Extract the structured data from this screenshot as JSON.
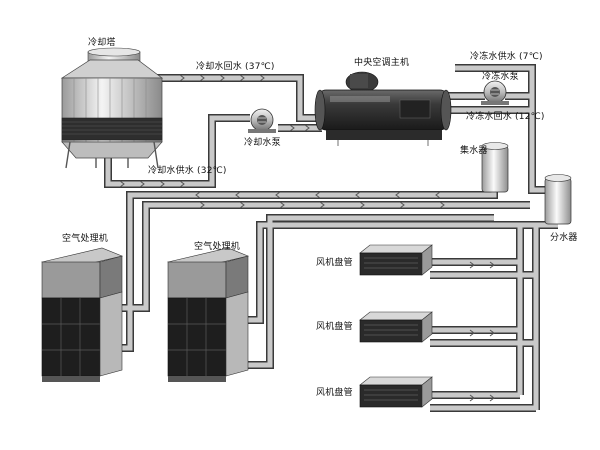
{
  "labels": {
    "cooling_tower": "冷却塔",
    "cooling_return": "冷却水回水 (37℃)",
    "cooling_supply": "冷却水供水 (32℃)",
    "cooling_pump": "冷却水泵",
    "chiller": "中央空调主机",
    "chilled_supply": "冷冻水供水 (7℃)",
    "chilled_pump": "冷冻水泵",
    "chilled_return": "冷冻水回水 (12℃)",
    "collector": "集水器",
    "distributor": "分水器",
    "ahu_1": "空气处理机",
    "ahu_2": "空气处理机",
    "fcu_1": "风机盘管",
    "fcu_2": "风机盘管",
    "fcu_3": "风机盘管"
  },
  "colors": {
    "pipe_outline": "#3a3a3a",
    "pipe_fill": "#bdbdbd",
    "metal_light": "#d9d9d9",
    "metal_dark": "#2b2b2b"
  },
  "icons": [
    "pump-icon",
    "flow-arrow-icon",
    "cooling-tower-icon",
    "chiller-icon",
    "fan-coil-icon",
    "air-handler-icon"
  ]
}
